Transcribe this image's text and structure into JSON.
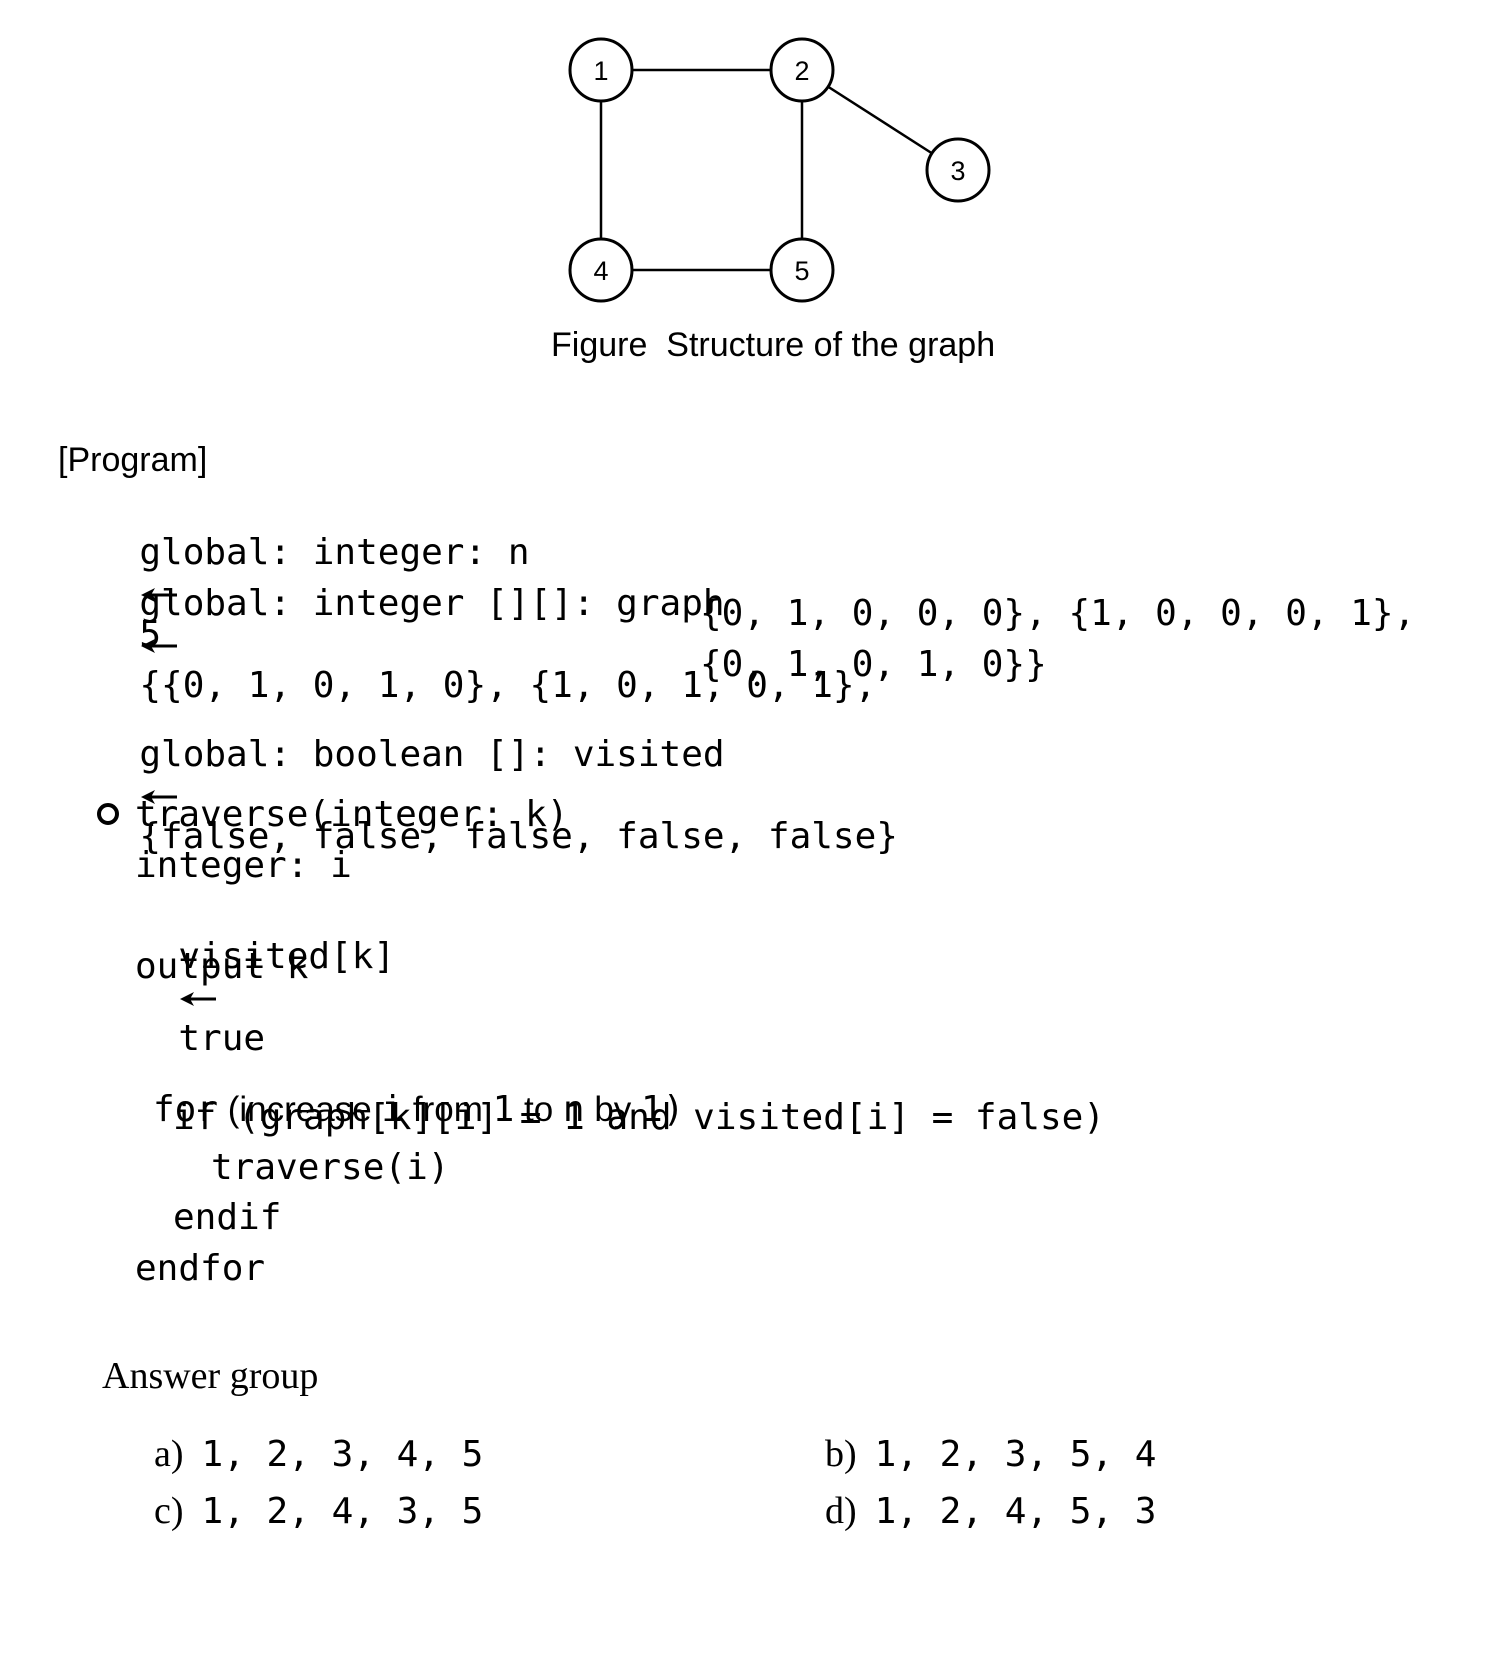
{
  "figure": {
    "caption": "Figure  Structure of the graph",
    "nodes": [
      {
        "id": "1"
      },
      {
        "id": "2"
      },
      {
        "id": "3"
      },
      {
        "id": "4"
      },
      {
        "id": "5"
      }
    ],
    "edges": [
      [
        "1",
        "2"
      ],
      [
        "1",
        "4"
      ],
      [
        "2",
        "5"
      ],
      [
        "2",
        "3"
      ],
      [
        "4",
        "5"
      ]
    ]
  },
  "program": {
    "heading": "[Program]",
    "line1_left": "global: integer: n",
    "line1_right": "5",
    "line2_left": "global: integer [][]: graph",
    "line2_right": "{{0, 1, 0, 1, 0}, {1, 0, 1, 0, 1},",
    "line3": "{0, 1, 0, 0, 0}, {1, 0, 0, 0, 1},",
    "line4": "{0, 1, 0, 1, 0}}",
    "line5_left": "global: boolean []: visited",
    "line5_right": "{false, false, false, false, false}",
    "func_sig": "traverse(integer: k)",
    "decl": "integer: i",
    "assign_left": "visited[k]",
    "assign_right": "true",
    "output": "output k",
    "for_kw": "for",
    "for_open": " (increase ",
    "for_i": "i",
    "for_from": " from ",
    "for_1": "1",
    "for_to": " to ",
    "for_n": "n",
    "for_by": " by ",
    "for_step": "1)",
    "if_line": "if (graph[k][i] = 1 and visited[i] = false)",
    "call": "traverse(i)",
    "endif": "endif",
    "endfor": "endfor"
  },
  "answers": {
    "heading": "Answer group",
    "options": [
      {
        "letter": "a)",
        "value": "1, 2, 3, 4, 5"
      },
      {
        "letter": "b)",
        "value": "1, 2, 3, 5, 4"
      },
      {
        "letter": "c)",
        "value": "1, 2, 4, 3, 5"
      },
      {
        "letter": "d)",
        "value": "1, 2, 4, 5, 3"
      }
    ]
  }
}
